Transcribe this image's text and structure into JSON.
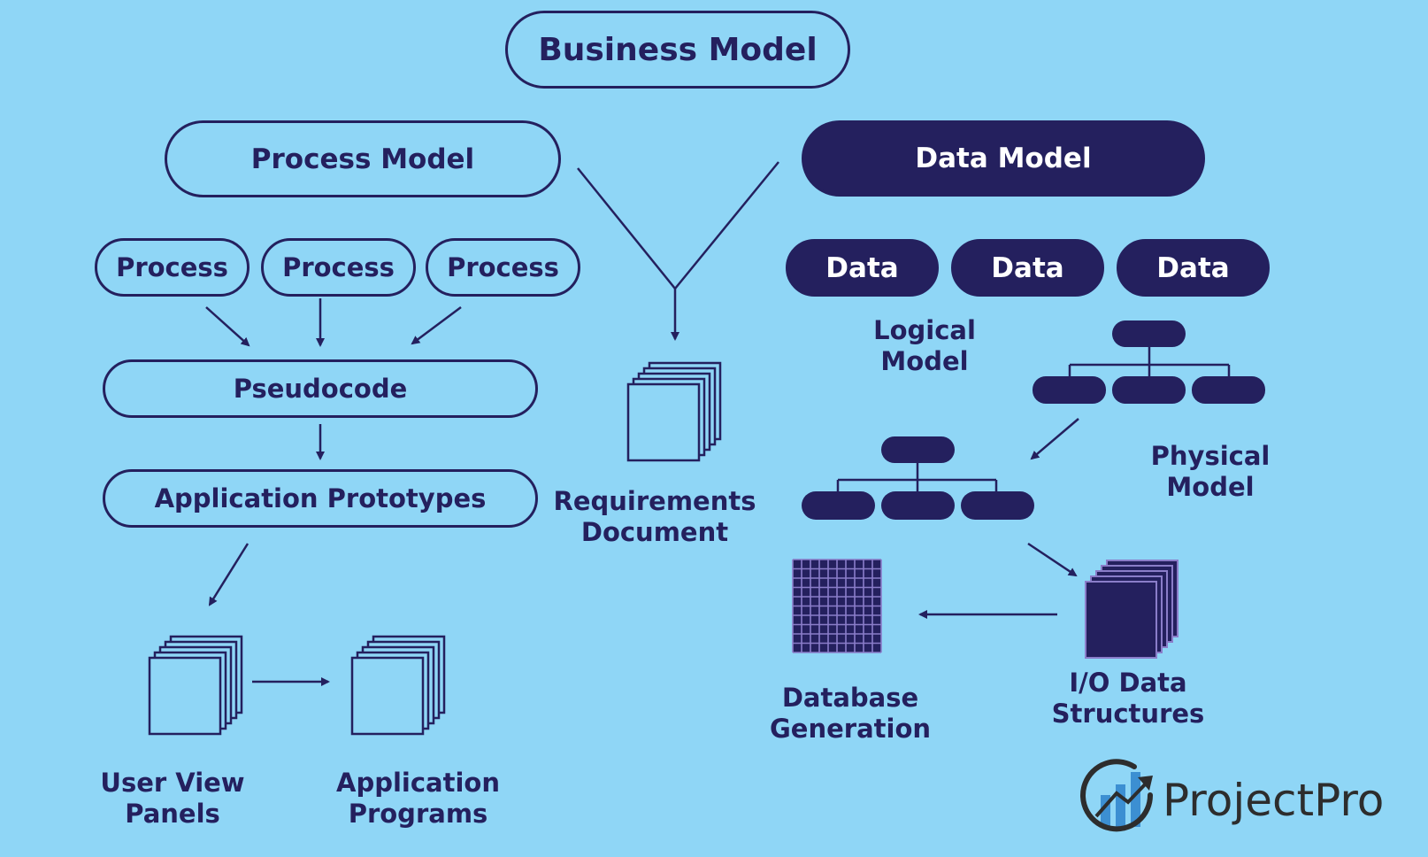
{
  "title": "Business Model",
  "process_side": {
    "header": "Process Model",
    "processes": [
      "Process",
      "Process",
      "Process"
    ],
    "pseudocode": "Pseudocode",
    "prototypes": "Application Prototypes",
    "outputs": {
      "panels": [
        "User View",
        "Panels"
      ],
      "programs": [
        "Application",
        "Programs"
      ]
    }
  },
  "center": {
    "requirements": [
      "Requirements",
      "Document"
    ]
  },
  "data_side": {
    "header": "Data Model",
    "data_items": [
      "Data",
      "Data",
      "Data"
    ],
    "logical": [
      "Logical",
      "Model"
    ],
    "physical": [
      "Physical",
      "Model"
    ],
    "database": [
      "Database",
      "Generation"
    ],
    "io": [
      "I/O Data",
      "Structures"
    ]
  },
  "brand": {
    "name": "ProjectPro"
  },
  "colors": {
    "background": "#8fd6f6",
    "navy": "#24205e",
    "grid": "#8a7dc9",
    "logo_blue": "#3c8fd2"
  }
}
